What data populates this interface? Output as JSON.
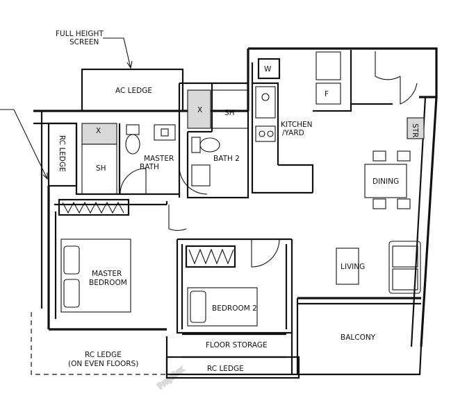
{
  "watermark": "PropNex",
  "labels": {
    "full_height_screen_1": "FULL HEIGHT",
    "full_height_screen_2": "SCREEN",
    "ac_ledge": "AC LEDGE",
    "rc_ledge_vertical": "RC LEDGE",
    "sh_master": "SH",
    "master_bath_1": "MASTER",
    "master_bath_2": "BATH",
    "sh_bath2": "SH",
    "bath2": "BATH 2",
    "w": "W",
    "f": "F",
    "kitchen_1": "KITCHEN",
    "kitchen_2": "/YARD",
    "str": "STR",
    "dining": "DINING",
    "master_bedroom_1": "MASTER",
    "master_bedroom_2": "BEDROOM",
    "living": "LIVING",
    "bedroom2": "BEDROOM 2",
    "floor_storage": "FLOOR STORAGE",
    "balcony": "BALCONY",
    "rc_ledge_even_1": "RC LEDGE",
    "rc_ledge_even_2": "(ON EVEN FLOORS)",
    "rc_ledge_bottom": "RC LEDGE",
    "x_master": "X",
    "x_bath2": "X"
  }
}
